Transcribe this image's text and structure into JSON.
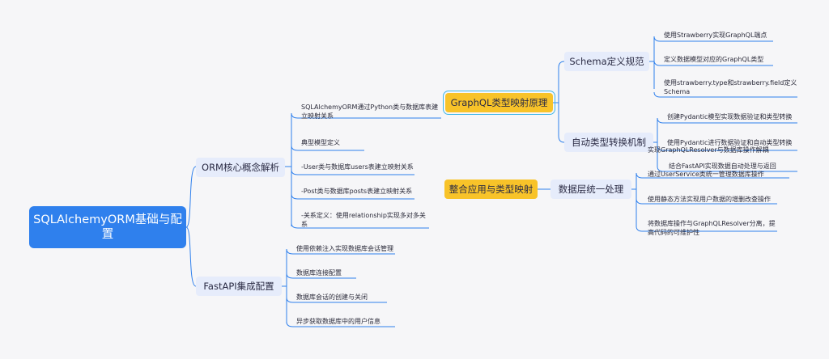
{
  "root": {
    "label": "SQLAlchemyORM基础与配置"
  },
  "branches": {
    "orm_core": {
      "label": "ORM核心概念解析",
      "leaves": [
        "SQLAlchemyORM通过Python类与数据库表建立映射关系",
        "典型模型定义",
        "-User类与数据库users表建立映射关系",
        "-Post类与数据库posts表建立映射关系",
        "-关系定义：使用relationship实现多对多关系"
      ]
    },
    "fastapi": {
      "label": "FastAPI集成配置",
      "leaves": [
        "使用依赖注入实现数据库会话管理",
        "数据库连接配置",
        "数据库会话的创建与关闭",
        "异步获取数据库中的用户信息"
      ]
    },
    "graphql": {
      "label": "GraphQL类型映射原理",
      "children": {
        "schema": {
          "label": "Schema定义规范",
          "leaves": [
            "使用Strawberry实现GraphQL端点",
            "定义数据模型对应的GraphQL类型",
            "使用strawberry.type和strawberry.field定义Schema"
          ]
        },
        "auto_convert": {
          "label": "自动类型转换机制",
          "leaves": [
            "创建Pydantic模型实现数据验证和类型转换",
            "使用Pydantic进行数据验证和自动类型转换",
            "结合FastAPI实现数据自动处理与返回"
          ]
        }
      }
    },
    "integration": {
      "label": "整合应用与类型映射",
      "children": {
        "data_layer": {
          "label": "数据层统一处理",
          "leaves": [
            "实现GraphQLResolver与数据库操作解耦",
            "通过UserService类统一管理数据库操作",
            "使用静态方法实现用户数据的增删改查操作",
            "将数据库操作与GraphQLResolver分离，提高代码的可维护性"
          ]
        }
      }
    }
  },
  "colors": {
    "root_bg": "#2f80ed",
    "level_bg": "#e6ecfb",
    "highlight_bg": "#f8c329",
    "connector": "#2f80ed",
    "selection": "#3eb6e8",
    "canvas": "#f6f6f8"
  }
}
